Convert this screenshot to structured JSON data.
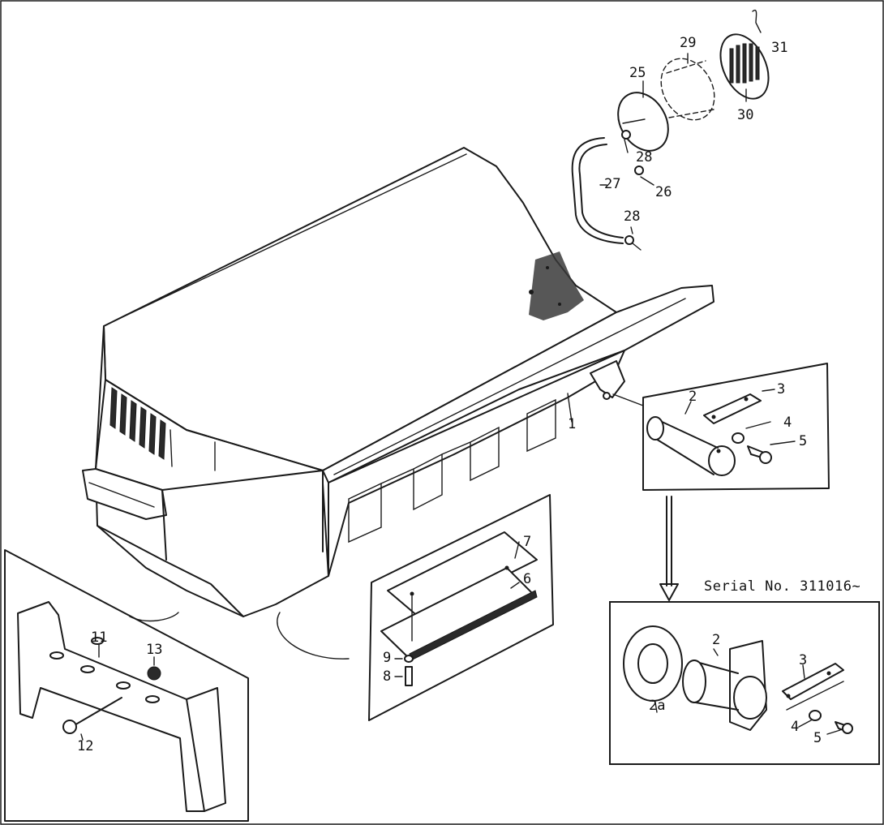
{
  "serial_note": "Serial No. 311016~",
  "callouts": {
    "c1": "1",
    "c2": "2",
    "c3": "3",
    "c4": "4",
    "c5": "5",
    "c6": "6",
    "c7": "7",
    "c8": "8",
    "c9": "9",
    "c11": "11",
    "c12": "12",
    "c13": "13",
    "c25": "25",
    "c26": "26",
    "c27": "27",
    "c28a": "28",
    "c28b": "28",
    "c29": "29",
    "c30": "30",
    "c31": "31",
    "d2": "2",
    "d2a": "2a",
    "d3": "3",
    "d4": "4",
    "d5": "5"
  }
}
